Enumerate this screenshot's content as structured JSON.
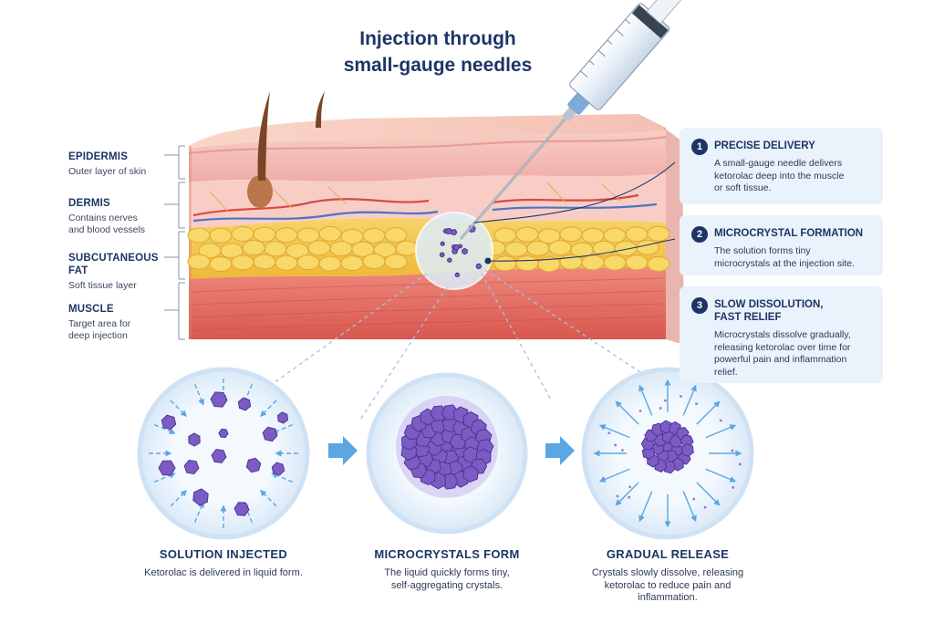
{
  "title": [
    "Injection through",
    "small-gauge needles"
  ],
  "layers": [
    {
      "name": "EPIDERMIS",
      "desc": [
        "Outer layer of skin"
      ]
    },
    {
      "name": "DERMIS",
      "desc": [
        "Contains nerves",
        "and blood vessels"
      ]
    },
    {
      "name": "SUBCUTANEOUS",
      "name2": "FAT",
      "desc": [
        "Soft tissue layer"
      ]
    },
    {
      "name": "MUSCLE",
      "desc": [
        "Target area for",
        "deep injection"
      ]
    }
  ],
  "cards": [
    {
      "number": "1",
      "title": [
        "PRECISE DELIVERY"
      ],
      "desc": [
        "A small-gauge needle delivers",
        "ketorolac deep into the muscle",
        "or soft tissue."
      ]
    },
    {
      "number": "2",
      "title": [
        "MICROCRYSTAL FORMATION"
      ],
      "desc": [
        "The solution forms tiny",
        "microcrystals at the injection site."
      ]
    },
    {
      "number": "3",
      "title": [
        "SLOW DISSOLUTION,",
        "FAST RELIEF"
      ],
      "desc": [
        "Microcrystals dissolve gradually,",
        "releasing ketorolac over time for",
        "powerful pain and inflammation",
        "relief."
      ]
    }
  ],
  "stages": [
    {
      "title": "SOLUTION INJECTED",
      "desc": [
        "Ketorolac is delivered in liquid form."
      ]
    },
    {
      "title": "MICROCRYSTALS FORM",
      "desc": [
        "The liquid quickly forms tiny,",
        "self-aggregating crystals."
      ]
    },
    {
      "title": "GRADUAL RELEASE",
      "desc": [
        "Crystals slowly dissolve, releasing",
        "ketorolac to reduce pain and",
        "inflammation."
      ]
    }
  ],
  "colors": {
    "navy": "#1d3566",
    "crystal": "#7c5cc4",
    "arrow": "#4a9de0",
    "epidermis": "#f2b4b0",
    "dermis": "#f7c9c2",
    "fat": "#f3c74a",
    "muscle": "#e8726a",
    "card_bg": "#eaf2fb"
  }
}
